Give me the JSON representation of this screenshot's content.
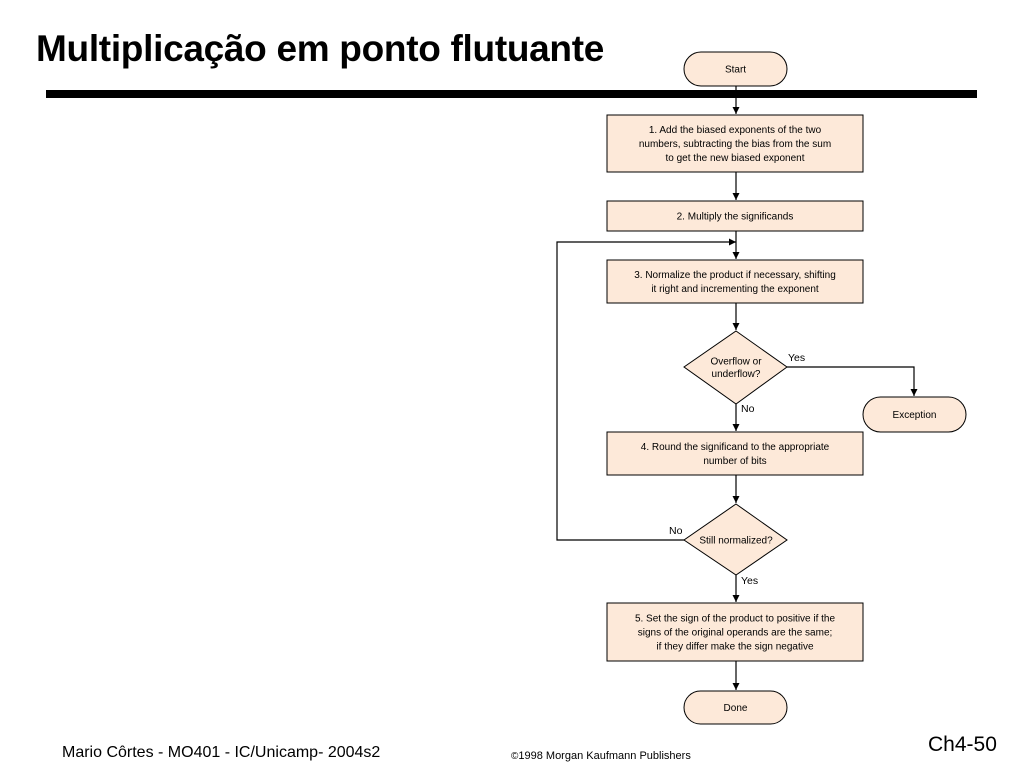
{
  "slide": {
    "title": "Multiplicação em ponto flutuante",
    "footer_author": "Mario Côrtes - MO401 - IC/Unicamp- 2004s2",
    "footer_copyright_symbol": "©",
    "footer_copyright": "1998 Morgan Kaufmann Publishers",
    "slide_number": "Ch4-50"
  },
  "flowchart": {
    "start": "Start",
    "step1": [
      "1. Add the biased exponents of the two",
      "numbers, subtracting the bias from the sum",
      "to get the new biased exponent"
    ],
    "step2": [
      "2. Multiply the significands"
    ],
    "step3": [
      "3. Normalize the product if necessary, shifting",
      "it right and incrementing the exponent"
    ],
    "decision1": [
      "Overflow or",
      "underflow?"
    ],
    "decision1_yes": "Yes",
    "decision1_no": "No",
    "exception": "Exception",
    "step4": [
      "4. Round the significand to the appropriate",
      "number of bits"
    ],
    "decision2": [
      "Still normalized?"
    ],
    "decision2_no": "No",
    "decision2_yes": "Yes",
    "step5": [
      "5. Set the sign of the product to positive if the",
      "signs of the original operands are the same;",
      "if they differ make the sign negative"
    ],
    "done": "Done"
  },
  "colors": {
    "node_fill": "#fde9d9",
    "stroke": "#000000"
  }
}
